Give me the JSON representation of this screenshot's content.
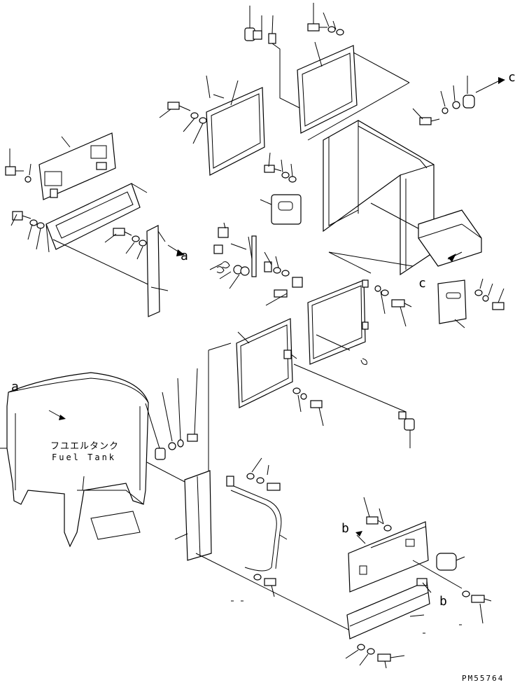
{
  "markers": {
    "a_top": "a",
    "a_left": "a",
    "b_left": "b",
    "b_right": "b",
    "c_top": "c",
    "c_mid": "c"
  },
  "fuel_tank": {
    "label_jp": "フユエルタンク",
    "label_en": "Fuel Tank"
  },
  "drawing_code": "PM55764"
}
